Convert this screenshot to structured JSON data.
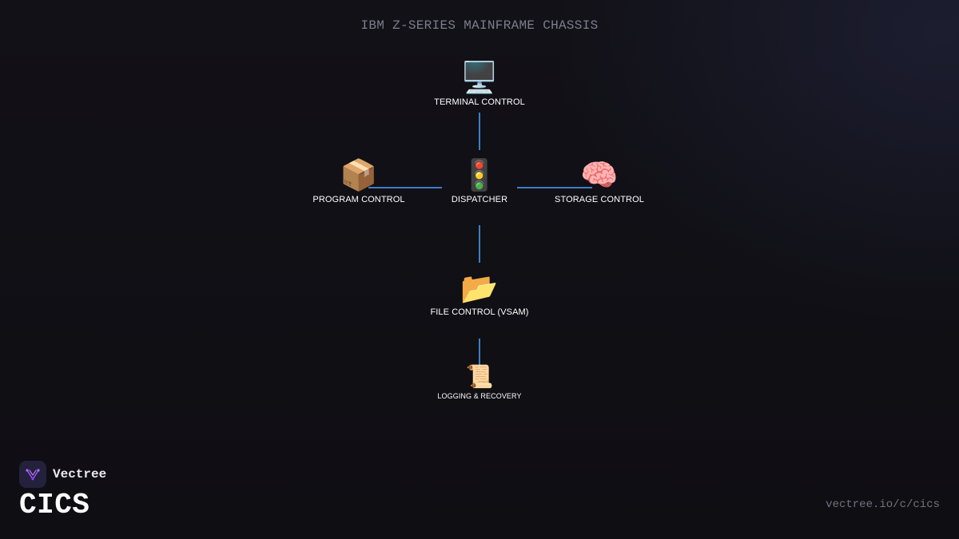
{
  "diagram": {
    "title": "IBM Z-SERIES MAINFRAME CHASSIS",
    "nodes": {
      "terminal": {
        "icon": "🖥️",
        "icon_name": "desktop-computer-icon",
        "label": "TERMINAL CONTROL"
      },
      "program": {
        "icon": "📦",
        "icon_name": "package-icon",
        "label": "PROGRAM CONTROL"
      },
      "dispatcher": {
        "icon": "🚦",
        "icon_name": "traffic-light-icon",
        "label": "DISPATCHER"
      },
      "storage": {
        "icon": "🧠",
        "icon_name": "brain-icon",
        "label": "STORAGE CONTROL"
      },
      "file": {
        "icon": "📂",
        "icon_name": "open-folder-icon",
        "label": "FILE CONTROL (VSAM)"
      },
      "logging": {
        "icon": "📜",
        "icon_name": "scroll-icon",
        "label": "LOGGING & RECOVERY"
      }
    },
    "connections": [
      [
        "terminal",
        "dispatcher"
      ],
      [
        "program",
        "dispatcher"
      ],
      [
        "dispatcher",
        "storage"
      ],
      [
        "dispatcher",
        "file"
      ],
      [
        "file",
        "logging"
      ]
    ],
    "wire_color": "#3d7fc4"
  },
  "branding": {
    "name": "Vectree",
    "logo_icon": "vectree-logo-icon",
    "logo_accent": "#9b4dff"
  },
  "footer": {
    "title": "CICS",
    "url": "vectree.io/c/cics"
  }
}
